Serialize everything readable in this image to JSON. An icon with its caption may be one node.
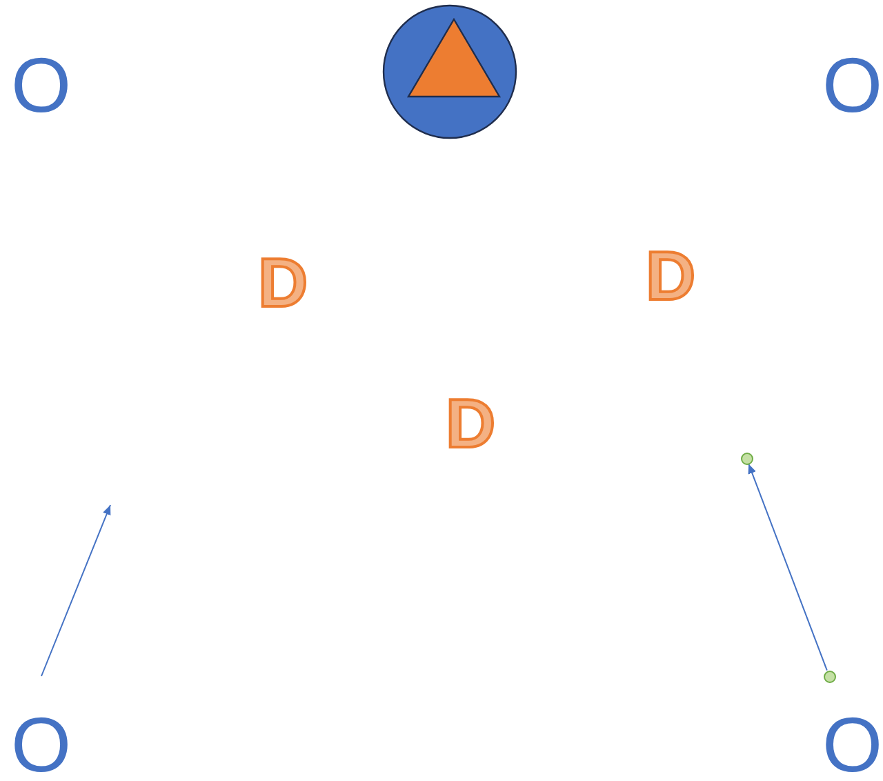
{
  "diagram": {
    "nodes": [
      {
        "text": [],
        "shape": "circle"
      },
      {
        "text": [],
        "shape": "circle"
      }
    ],
    "edges": [
      {
        "from": 1,
        "to": 0,
        "arrow": "to"
      }
    ],
    "labels": [
      "O",
      "O",
      "D",
      "D",
      "D",
      "O",
      "O"
    ]
  }
}
